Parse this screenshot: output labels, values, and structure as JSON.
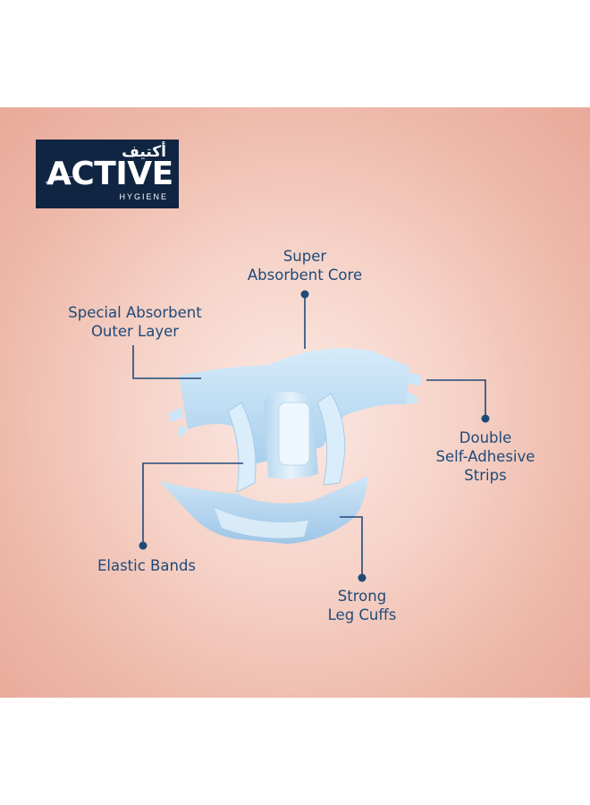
{
  "logo": {
    "arabic": "أكتيف",
    "brand": "ACTIVE",
    "sub": "HYGIENE"
  },
  "labels": {
    "core": [
      "Super",
      "Absorbent Core"
    ],
    "outer": [
      "Special Absorbent",
      "Outer Layer"
    ],
    "strips": [
      "Double",
      "Self-Adhesive",
      "Strips"
    ],
    "elastic": [
      "Elastic Bands"
    ],
    "cuffs": [
      "Strong",
      "Leg Cuffs"
    ]
  },
  "colors": {
    "label": "#1f4a78",
    "line": "#1f4a78",
    "logo_bg": "#0f2542",
    "panel": "#f4cfc3",
    "diaper": "#bcdcf2"
  }
}
